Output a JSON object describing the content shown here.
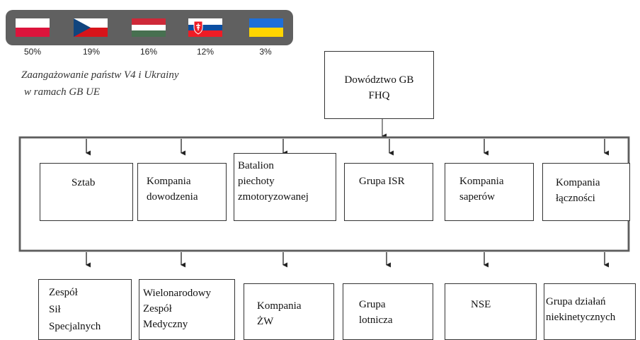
{
  "flags": [
    {
      "country": "Poland",
      "pct": "50%",
      "icon": "poland-flag-icon"
    },
    {
      "country": "Czech Republic",
      "pct": "19%",
      "icon": "czech-flag-icon"
    },
    {
      "country": "Hungary",
      "pct": "16%",
      "icon": "hungary-flag-icon"
    },
    {
      "country": "Slovakia",
      "pct": "12%",
      "icon": "slovakia-flag-icon"
    },
    {
      "country": "Ukraine",
      "pct": "3%",
      "icon": "ukraine-flag-icon"
    }
  ],
  "note": {
    "line1": "Zaangażowanie państw V4 i Ukrainy",
    "line2": "w ramach GB UE"
  },
  "hq": {
    "line1": "Dowództwo GB",
    "line2": "FHQ"
  },
  "row1": [
    {
      "lines": [
        "Sztab"
      ]
    },
    {
      "lines": [
        "Kompania",
        "dowodzenia"
      ]
    },
    {
      "lines": [
        "Batalion",
        "piechoty",
        "zmotoryzowanej"
      ]
    },
    {
      "lines": [
        "Grupa ISR"
      ]
    },
    {
      "lines": [
        "Kompania",
        "saperów"
      ]
    },
    {
      "lines": [
        "Kompania",
        "łączności"
      ]
    }
  ],
  "row2": [
    {
      "lines": [
        "Zespół",
        "Sił",
        "Specjalnych"
      ]
    },
    {
      "lines": [
        "Wielonarodowy",
        "Zespół",
        "Medyczny"
      ]
    },
    {
      "lines": [
        "Kompania",
        "ŻW"
      ]
    },
    {
      "lines": [
        "Grupa",
        "lotnicza"
      ]
    },
    {
      "lines": [
        "NSE"
      ]
    },
    {
      "lines": [
        "Grupa działań",
        "niekinetycznych"
      ]
    }
  ]
}
